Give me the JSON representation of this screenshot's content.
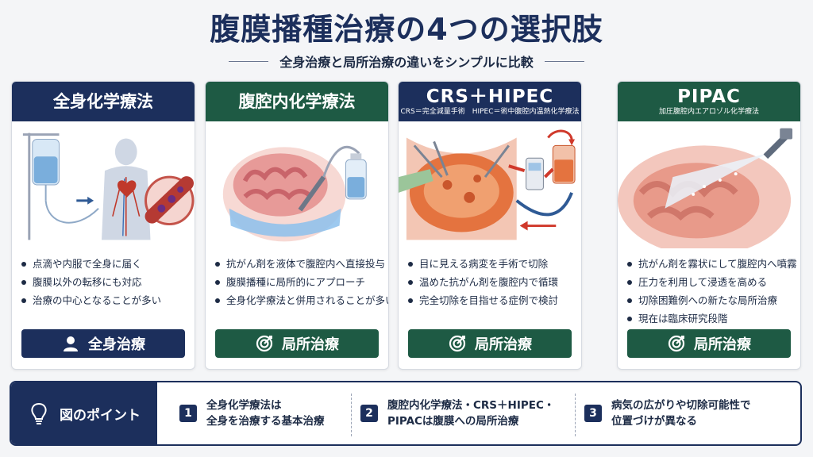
{
  "header": {
    "title": "腹膜播種治療の4つの選択肢",
    "subtitle": "全身治療と局所治療の違いをシンプルに比較"
  },
  "cards": [
    {
      "name": "全身化学療法",
      "sub": "",
      "bullets": [
        "点滴や内服で全身に届く",
        "腹膜以外の転移にも対応",
        "治療の中心となることが多い"
      ],
      "button": "全身治療",
      "button_icon": "person-icon"
    },
    {
      "name": "腹腔内化学療法",
      "sub": "",
      "bullets": [
        "抗がん剤を液体で腹腔内へ直接投与",
        "腹膜播種に局所的にアプローチ",
        "全身化学療法と併用されることが多い"
      ],
      "button": "局所治療",
      "button_icon": "target-icon"
    },
    {
      "name": "CRS＋HIPEC",
      "sub": "CRS＝完全減量手術　HIPEC＝術中腹腔内温熱化学療法",
      "bullets": [
        "目に見える病変を手術で切除",
        "温めた抗がん剤を腹腔内で循環",
        "完全切除を目指せる症例で検討"
      ],
      "button": "局所治療",
      "button_icon": "target-icon"
    },
    {
      "name": "PIPAC",
      "sub": "加圧腹腔内エアロゾル化学療法",
      "bullets": [
        "抗がん剤を霧状にして腹腔内へ噴霧",
        "圧力を利用して浸透を高める",
        "切除困難例への新たな局所治療",
        "現在は臨床研究段階"
      ],
      "button": "局所治療",
      "button_icon": "target-icon"
    }
  ],
  "points": {
    "heading": "図のポイント",
    "items": [
      {
        "num": "1",
        "line1": "全身化学療法は",
        "line2": "全身を治療する基本治療"
      },
      {
        "num": "2",
        "line1": "腹腔内化学療法・CRS＋HIPEC・",
        "line2": "PIPACは腹膜への局所治療"
      },
      {
        "num": "3",
        "line1": "病気の広がりや切除可能性で",
        "line2": "位置づけが異なる"
      }
    ]
  },
  "colors": {
    "navy": "#1c2f5c",
    "green": "#1e5a44",
    "background": "#f4f5f7"
  }
}
